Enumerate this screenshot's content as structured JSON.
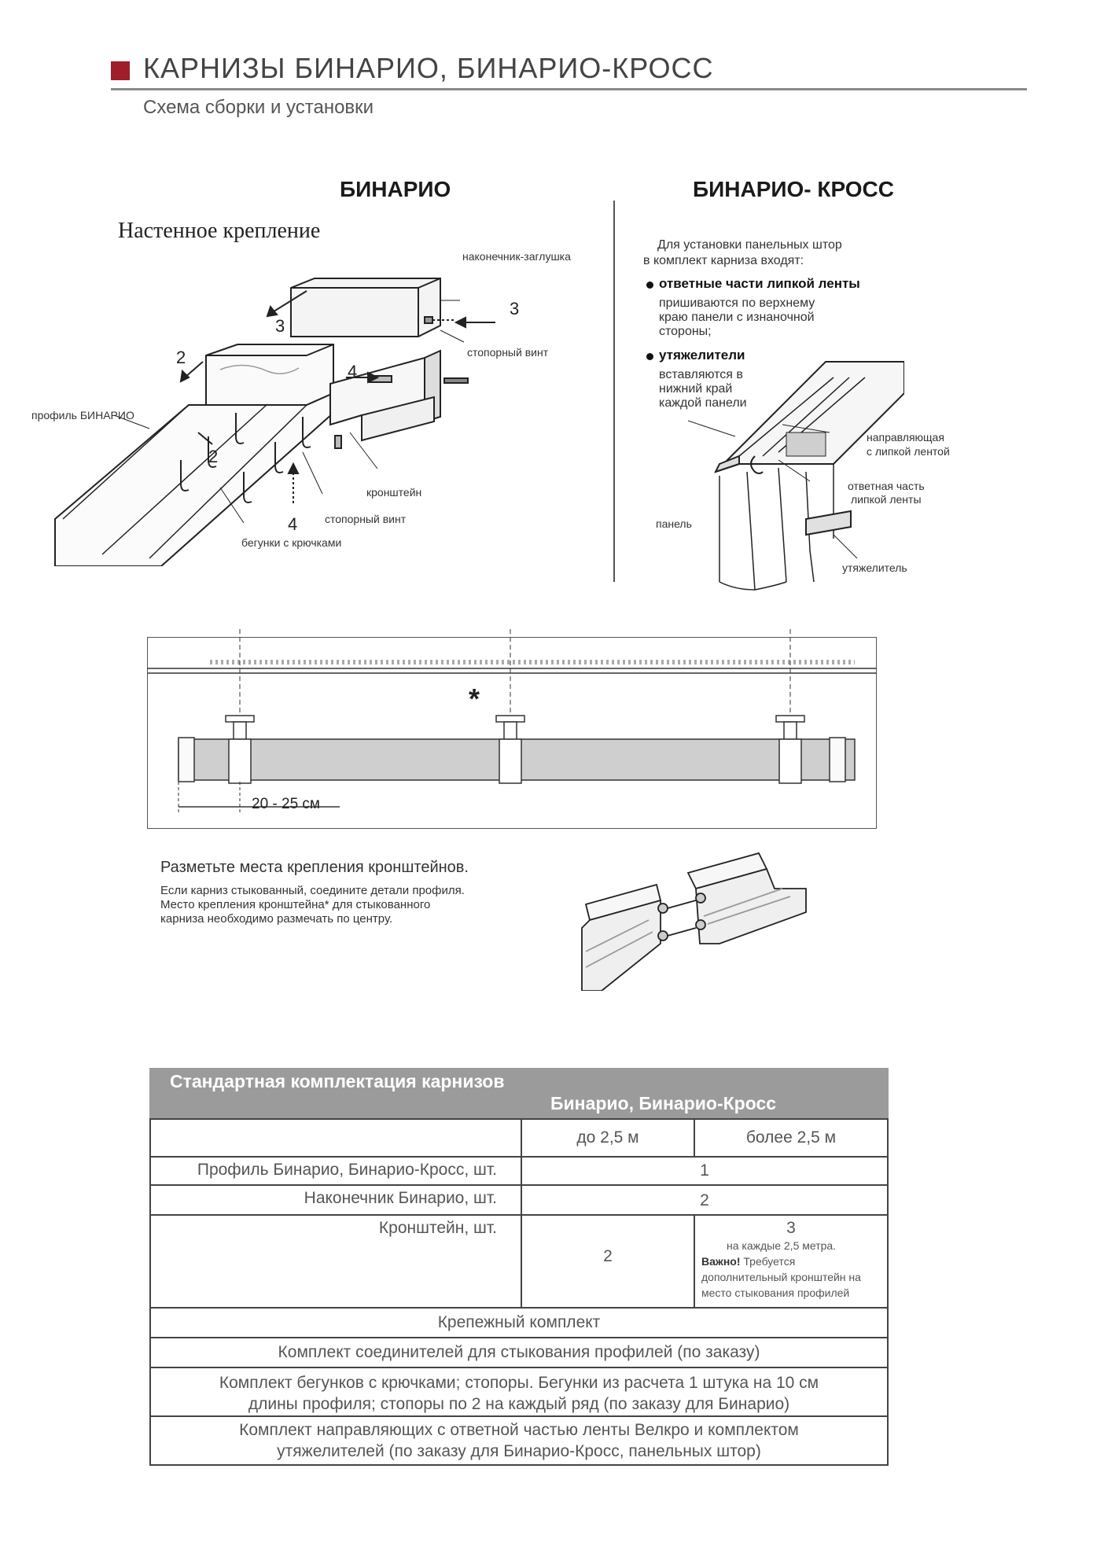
{
  "header": {
    "title": "КАРНИЗЫ  БИНАРИО,  БИНАРИО-КРОСС",
    "subtitle": "Схема сборки и установки"
  },
  "binario": {
    "heading": "БИНАРИО",
    "mount_label": "Настенное крепление",
    "labels": {
      "end_cap": "наконечник-заглушка",
      "stop_screw_top": "стопорный винт",
      "profile": "профиль БИНАРИО",
      "bracket": "кронштейн",
      "stop_screw_bottom": "стопорный винт",
      "runners": "бегунки с крючками"
    },
    "step_numbers": [
      "3",
      "3",
      "2",
      "4",
      "2",
      "4"
    ]
  },
  "binario_cross": {
    "heading": "БИНАРИО- КРОСС",
    "intro_1": "Для установки панельных штор",
    "intro_2": "в комплект карниза входят:",
    "item1_title": "ответные  части  липкой  ленты",
    "item1_text_1": "пришиваются  по верхнему",
    "item1_text_2": "краю панели с изнаночной",
    "item1_text_3": "стороны;",
    "item2_title": "утяжелители",
    "item2_text_1": "вставляются в",
    "item2_text_2": "нижний край",
    "item2_text_3": "каждой панели",
    "labels": {
      "guide_1": "направляющая",
      "guide_2": "с липкой лентой",
      "mating_1": "ответная часть",
      "mating_2": "липкой ленты",
      "panel": "панель",
      "weight": "утяжелитель"
    }
  },
  "layout": {
    "dimension": "20 - 25 см",
    "star": "*",
    "instruction_title": "Разметьте места крепления кронштейнов.",
    "instruction_1": "Если карниз стыкованный, соедините детали профиля.",
    "instruction_2": "Место крепления кронштейна* для стыкованного",
    "instruction_3": "карниза необходимо размечать по центру."
  },
  "table": {
    "title_line1": "Стандартная комплектация карнизов",
    "title_line2": "Бинарио, Бинарио-Кросс",
    "col_short": "до 2,5 м",
    "col_long": "более 2,5 м",
    "rows": [
      {
        "label": "Профиль Бинарио, Бинарио-Кросс, шт.",
        "value": "1"
      },
      {
        "label": "Наконечник Бинарио, шт.",
        "value": "2"
      }
    ],
    "bracket": {
      "label": "Кронштейн, шт.",
      "short": "2",
      "long": "3",
      "note_1": "на каждые 2,5 метра.",
      "note_important": "Важно!",
      "note_2": " Требуется",
      "note_3": "дополнительный кронштейн на",
      "note_4": "место стыкования профилей"
    },
    "full_rows": [
      {
        "line1": "Крепежный комплект",
        "line2": ""
      },
      {
        "line1": "Комплект соединителей для стыкования профилей (по заказу)",
        "line2": ""
      },
      {
        "line1": "Комплект бегунков с крючками; стопоры.  Бегунки из расчета 1 штука на 10 см",
        "line2": "длины профиля; стопоры по 2 на каждый ряд (по заказу для Бинарио)"
      },
      {
        "line1": "Комплект направляющих с ответной частью ленты Велкро и комплектом",
        "line2": "утяжелителей (по заказу для Бинарио-Кросс, панельных штор)"
      }
    ]
  }
}
